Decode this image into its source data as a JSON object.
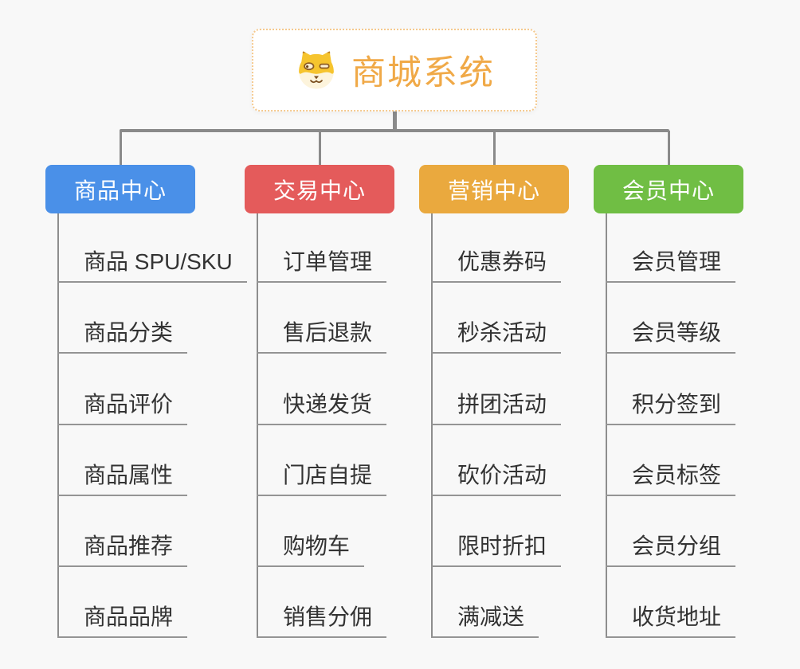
{
  "root": {
    "title": "商城系统",
    "icon": "doge-icon"
  },
  "branches": [
    {
      "label": "商品中心",
      "color": "#4a90e8",
      "items": [
        "商品 SPU/SKU",
        "商品分类",
        "商品评价",
        "商品属性",
        "商品推荐",
        "商品品牌"
      ]
    },
    {
      "label": "交易中心",
      "color": "#e45b5b",
      "items": [
        "订单管理",
        "售后退款",
        "快递发货",
        "门店自提",
        "购物车",
        "销售分佣"
      ]
    },
    {
      "label": "营销中心",
      "color": "#eaa93e",
      "items": [
        "优惠券码",
        "秒杀活动",
        "拼团活动",
        "砍价活动",
        "限时折扣",
        "满减送"
      ]
    },
    {
      "label": "会员中心",
      "color": "#70be44",
      "items": [
        "会员管理",
        "会员等级",
        "积分签到",
        "会员标签",
        "会员分组",
        "收货地址"
      ]
    }
  ],
  "colors": {
    "background": "#f8f8f8",
    "connector": "#8a8a8a",
    "leaf_underline": "#949494",
    "leaf_text": "#333333",
    "root_border": "#f5c98e",
    "root_title": "#f0a947"
  }
}
